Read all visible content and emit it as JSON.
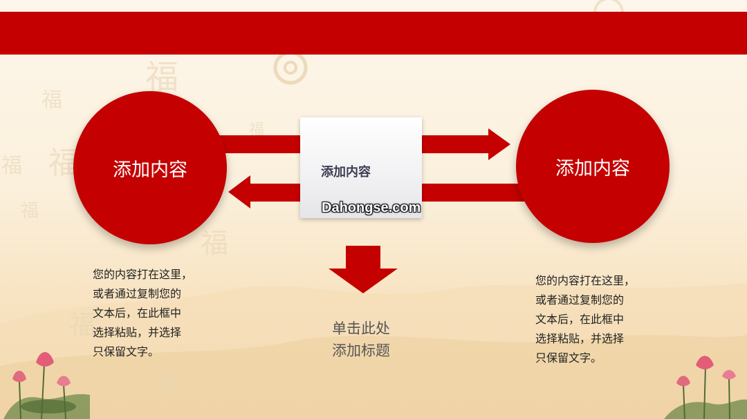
{
  "slide": {
    "bg_color": "#fbf0dc",
    "accent_color": "#c40000"
  },
  "left_circle": {
    "label": "添加内容"
  },
  "right_circle": {
    "label": "添加内容"
  },
  "center_box": {
    "title": "添加内容"
  },
  "watermark": {
    "text": "Dahongse.com"
  },
  "left_text": {
    "lines": [
      "您的内容打在这里，",
      "或者通过复制您的",
      "文本后，在此框中",
      "选择粘贴，并选择",
      "只保留文字。"
    ]
  },
  "right_text": {
    "lines": [
      "您的内容打在这里，",
      "或者通过复制您的",
      "文本后，在此框中",
      "选择粘贴，并选择",
      "只保留文字。"
    ]
  },
  "bottom_heading": {
    "line1": "单击此处",
    "line2": "添加标题"
  }
}
